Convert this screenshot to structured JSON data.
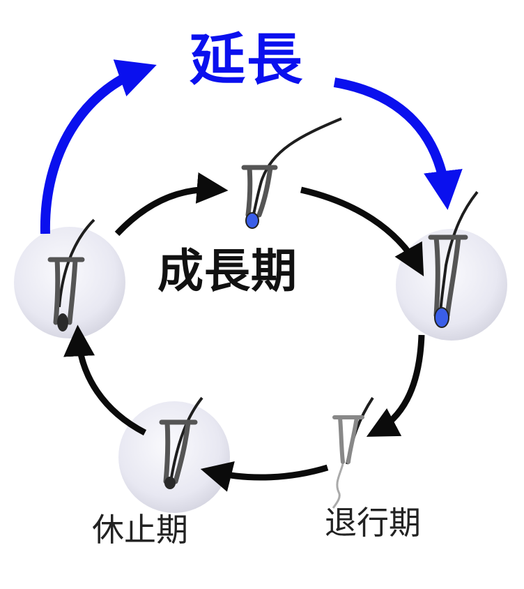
{
  "labels": {
    "extension": "延長",
    "growth_phase": "成長期",
    "resting_phase": "休止期",
    "regression_phase": "退行期"
  },
  "colors": {
    "extension_arrow": "#0a10ee",
    "cycle_arrow": "#0b0b0b",
    "circle_fill": "#e4e4ee",
    "hair": "#2a2a2a",
    "bulb_blue": "#3a5ee8"
  },
  "icons": [
    "hair-follicle-icon"
  ]
}
